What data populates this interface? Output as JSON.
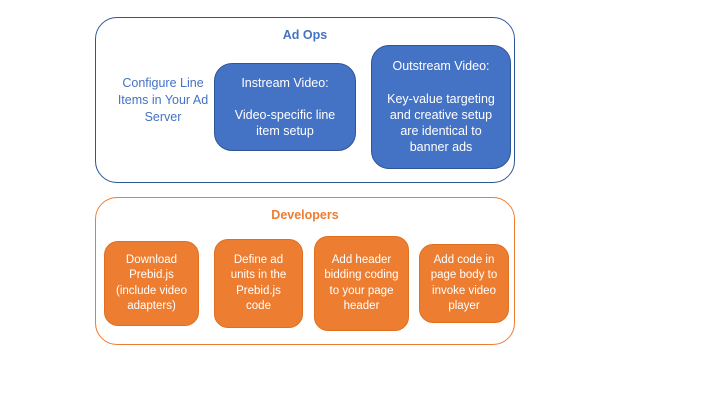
{
  "colors": {
    "blue_fill": "#4472C4",
    "blue_border": "#2E5697",
    "blue_text": "#4472C4",
    "orange_fill": "#ED7D31",
    "orange_border": "#E0701F",
    "orange_text": "#ED7D31",
    "box_text": "#FFFFFF",
    "background": "#FFFFFF"
  },
  "ad_ops": {
    "title": "Ad Ops",
    "side_note": "Configure Line Items in Your Ad Server",
    "instream": {
      "heading": "Instream Video:",
      "body": "Video-specific line item setup"
    },
    "outstream": {
      "heading": "Outstream Video:",
      "body": "Key-value targeting and creative setup are identical to banner ads"
    }
  },
  "developers": {
    "title": "Developers",
    "steps": [
      "Download Prebid.js (include video adapters)",
      "Define ad units in the Prebid.js code",
      "Add header bidding coding to your page header",
      "Add code in page body to invoke video player"
    ]
  }
}
